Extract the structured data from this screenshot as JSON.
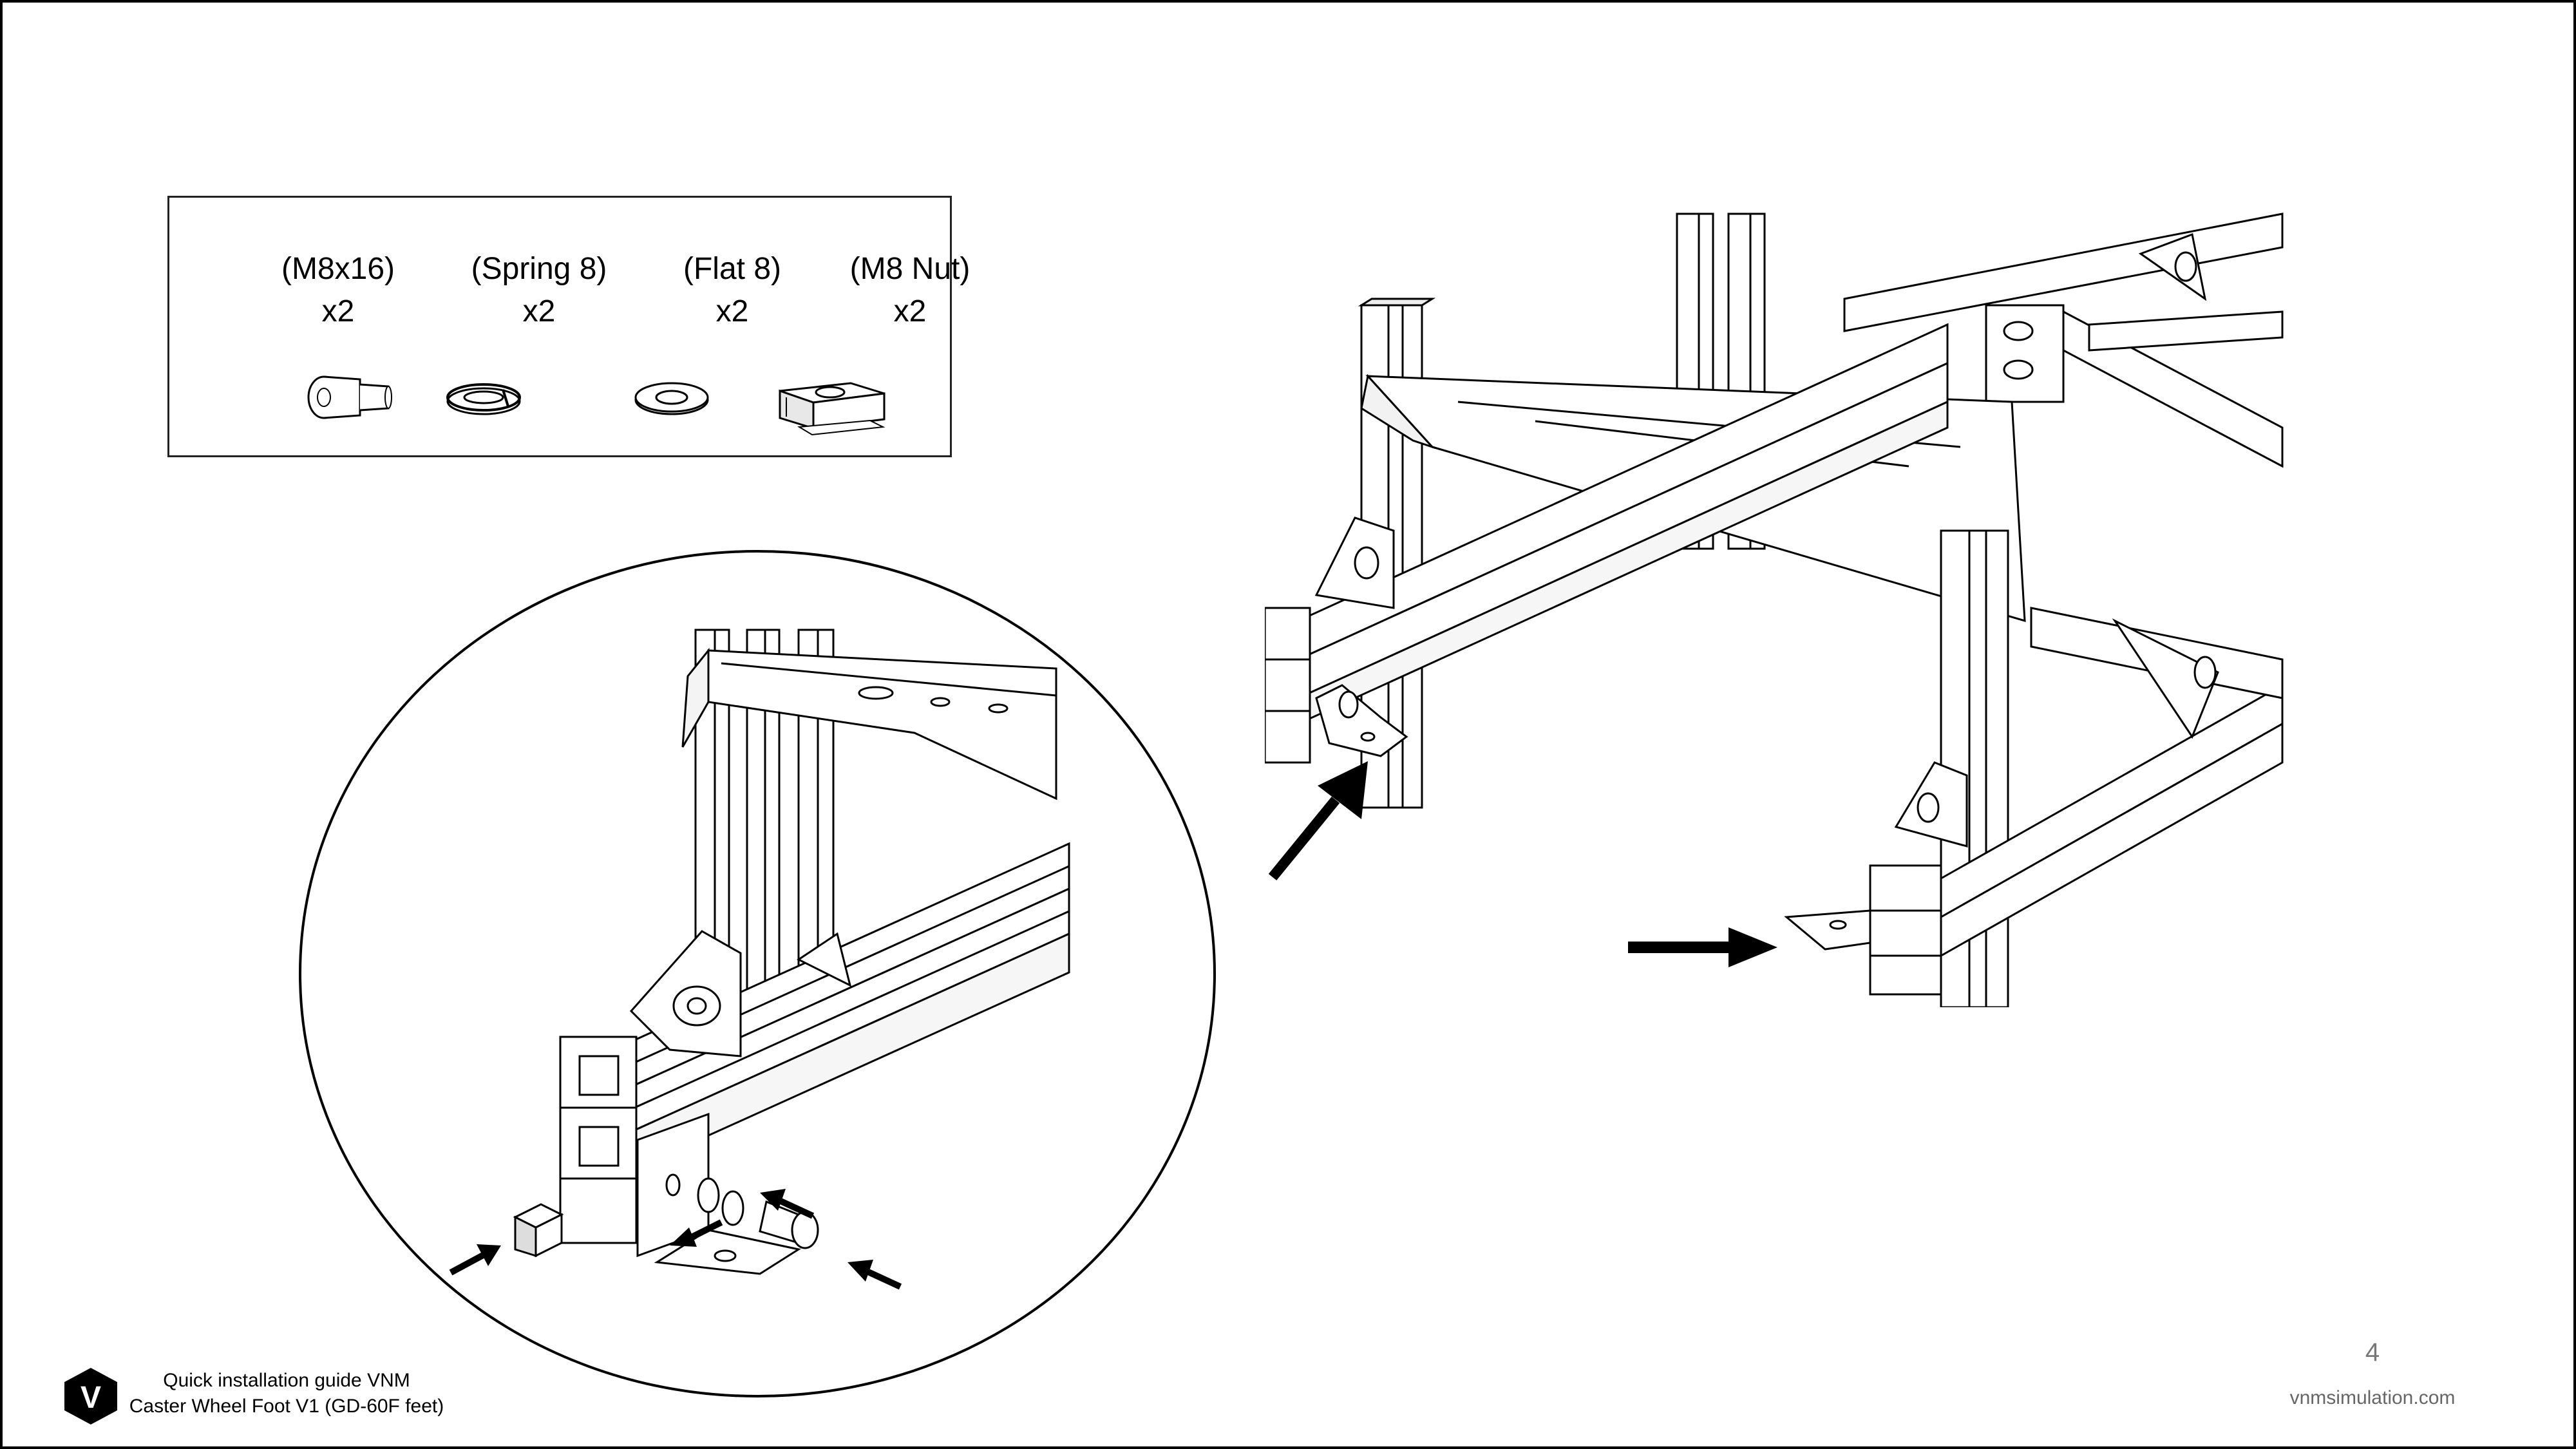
{
  "parts": [
    {
      "name": "(M8x16)",
      "qty": "x2",
      "icon": "screw-icon"
    },
    {
      "name": "(Spring 8)",
      "qty": "x2",
      "icon": "spring-washer-icon"
    },
    {
      "name": "(Flat 8)",
      "qty": "x2",
      "icon": "flat-washer-icon"
    },
    {
      "name": "(M8 Nut)",
      "qty": "x2",
      "icon": "t-nut-icon"
    }
  ],
  "footer": {
    "guide_line1": "Quick installation guide VNM",
    "guide_line2": "Caster Wheel Foot V1 (GD-60F feet)",
    "logo_letter": "V",
    "website": "vnmsimulation.com"
  },
  "page_number": "4",
  "colors": {
    "line": "#000000",
    "muted": "#777777",
    "background": "#ffffff"
  }
}
